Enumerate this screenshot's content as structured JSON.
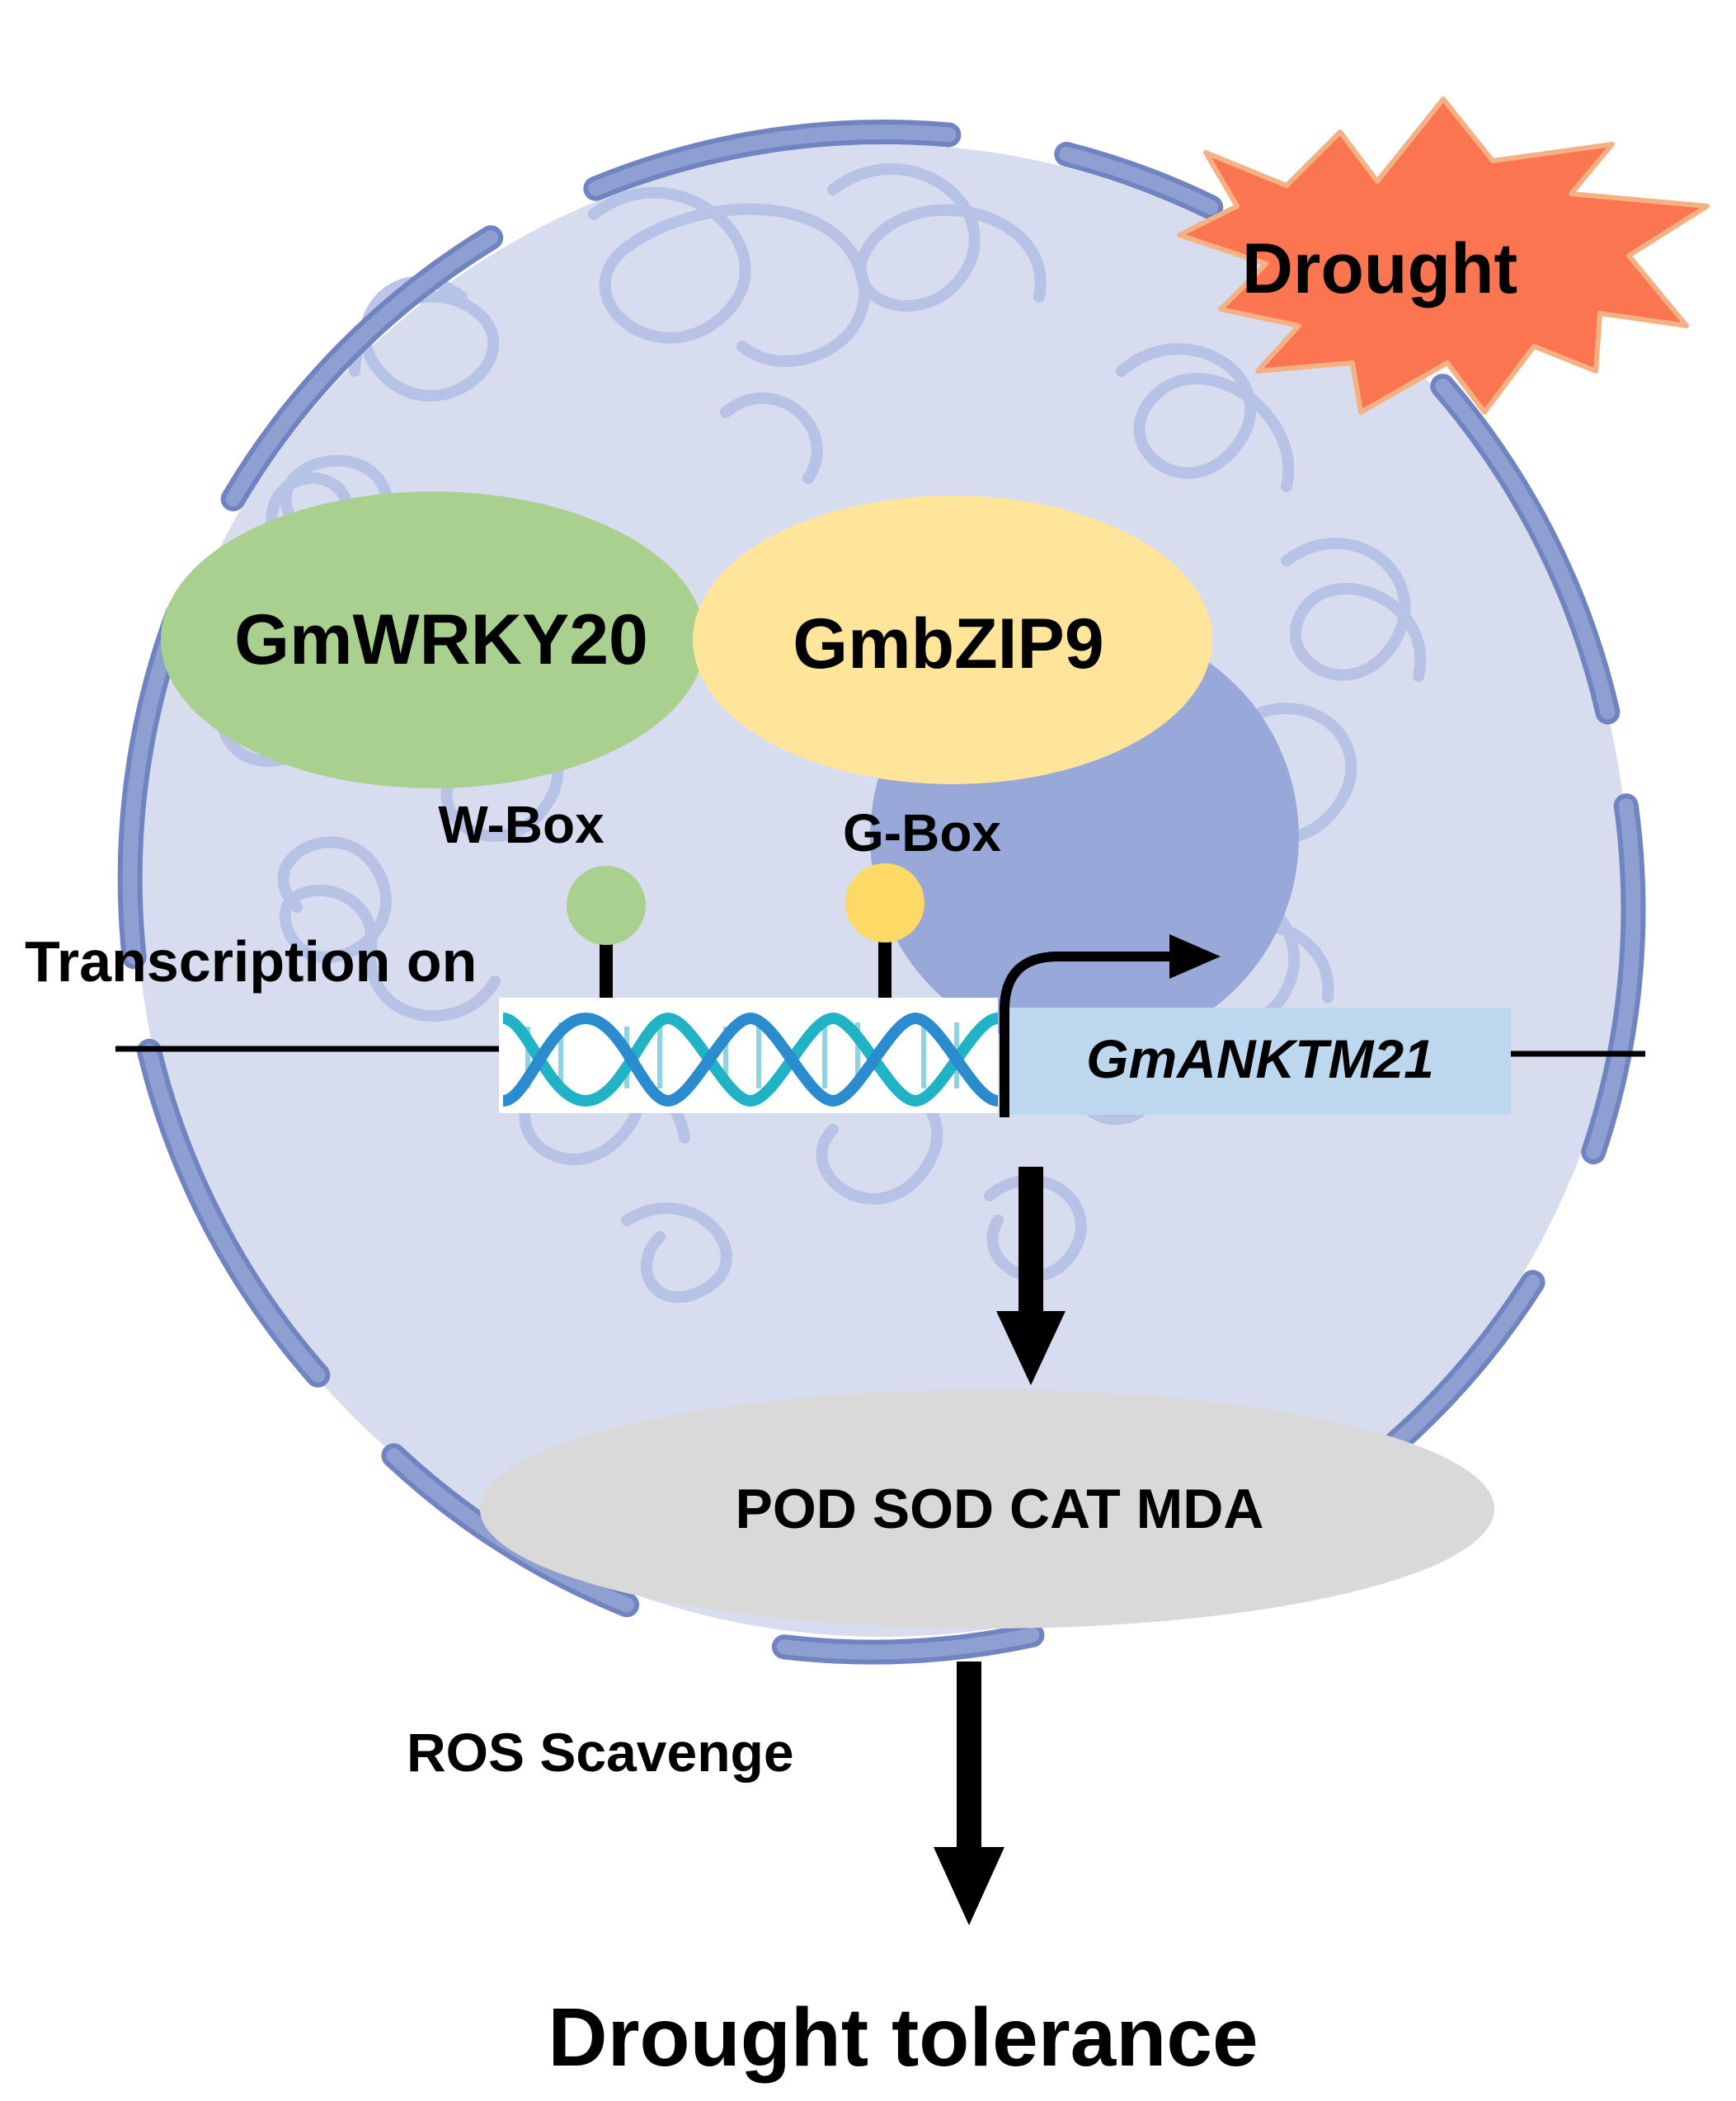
{
  "stress": {
    "label": "Drought"
  },
  "proteins": {
    "wrky": "GmWRKY20",
    "bzip": "GmbZIP9"
  },
  "elements": {
    "wbox": "W-Box",
    "gbox": "G-Box"
  },
  "transcription_label": "Transcription on",
  "gene": "GmANKTM21",
  "enzymes": "POD SOD CAT MDA",
  "process": "ROS Scavenge",
  "outcome": "Drought tolerance",
  "colors": {
    "nucleus_fill": "#d8dcef",
    "envelope": "#8e9fd1",
    "envelope_stroke": "#6f84c0",
    "chromatin": "#b4c0e4",
    "nucleolus": "#97a8d9",
    "wrky_fill": "#a9d08e",
    "bzip_fill": "#ffe599",
    "wbox_dot": "#a9d08e",
    "gbox_dot": "#ffd966",
    "drought_fill": "#fb7550",
    "drought_stroke": "#f4b183",
    "gene_box": "#bdd7ee",
    "enzyme_fill": "#d9d9d9",
    "dna_a": "#1fb3c5",
    "dna_b": "#2a8ccf"
  }
}
